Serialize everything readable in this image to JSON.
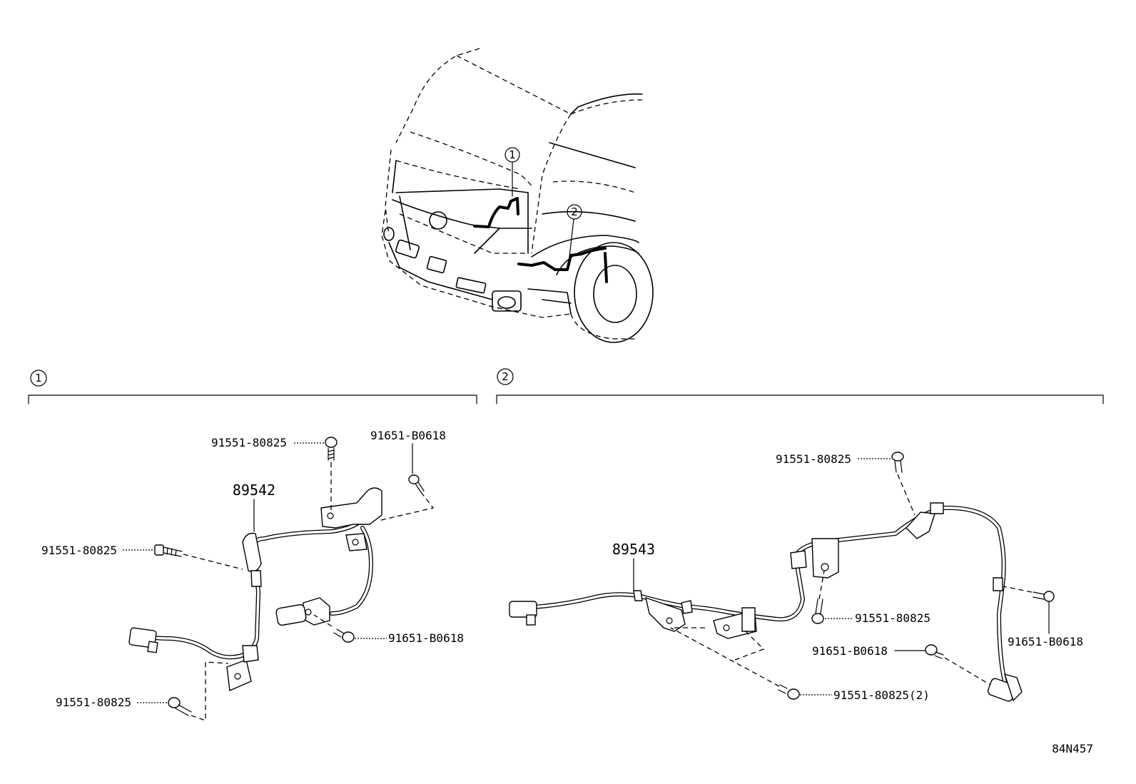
{
  "diagram": {
    "reference_code": "84N457",
    "callouts": [
      "1",
      "2"
    ],
    "views": [
      {
        "id": "1",
        "parts": [
          {
            "number": "89542",
            "name": "sensor-assembly"
          },
          {
            "number": "91551-80825",
            "name": "bolt-top"
          },
          {
            "number": "91651-B0618",
            "name": "bolt-upper-right"
          },
          {
            "number": "91551-80825",
            "name": "bolt-left"
          },
          {
            "number": "91651-B0618",
            "name": "bolt-lower-right"
          },
          {
            "number": "91551-80825",
            "name": "bolt-bottom"
          }
        ]
      },
      {
        "id": "2",
        "parts": [
          {
            "number": "89543",
            "name": "sensor-assembly"
          },
          {
            "number": "91551-80825",
            "name": "bolt-top"
          },
          {
            "number": "91551-80825",
            "name": "bolt-middle"
          },
          {
            "number": "91651-B0618",
            "name": "bolt-right"
          },
          {
            "number": "91651-B0618",
            "name": "bolt-lower"
          },
          {
            "number": "91551-80825(2)",
            "name": "bolt-bottom"
          }
        ]
      }
    ]
  }
}
